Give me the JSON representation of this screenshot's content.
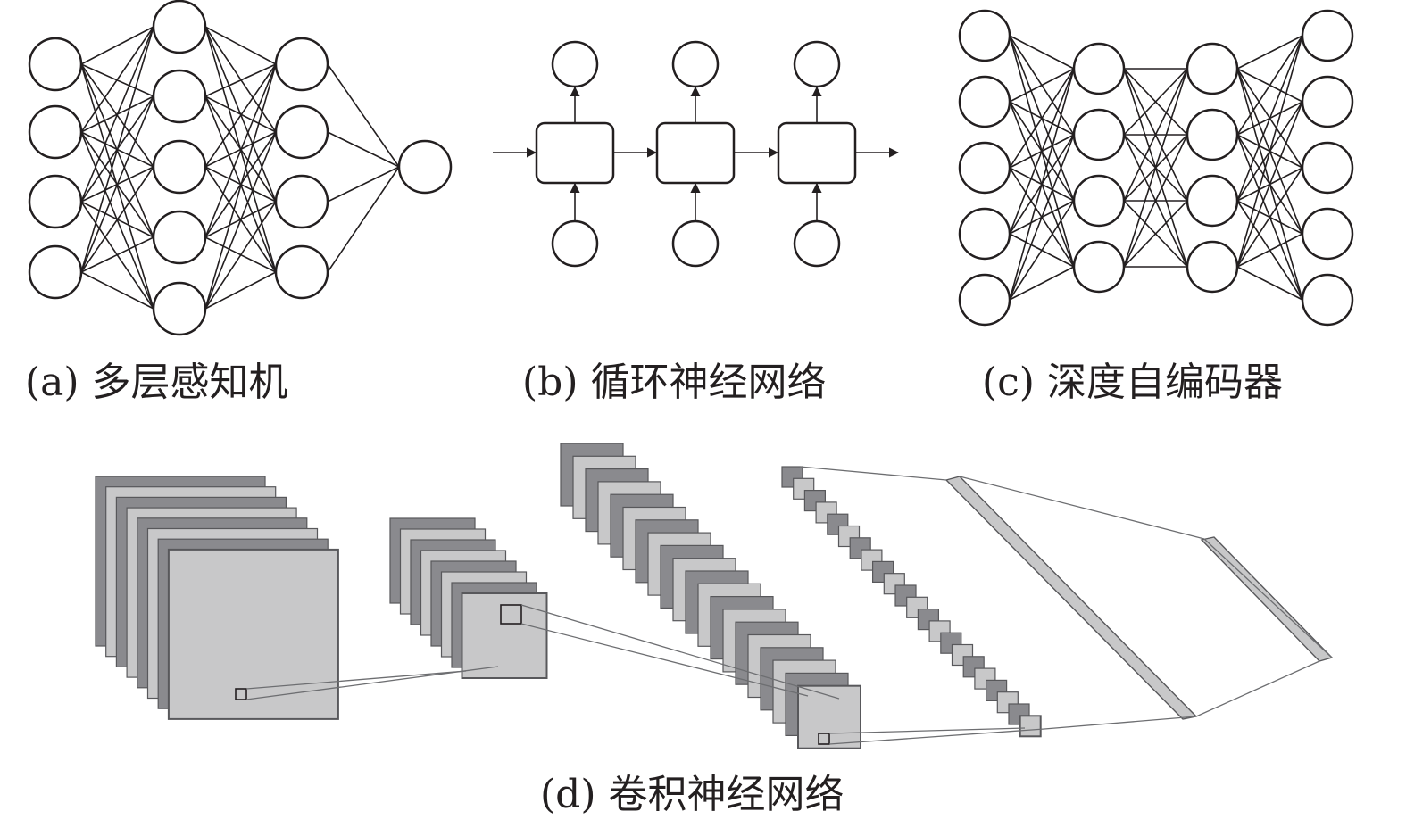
{
  "captions": {
    "a": "(a) 多层感知机",
    "b": "(b) 循环神经网络",
    "c": "(c) 深度自编码器",
    "d": "(d) 卷积神经网络"
  },
  "panels": {
    "mlp": {
      "layers": [
        4,
        5,
        4,
        1
      ]
    },
    "rnn": {
      "steps": 3
    },
    "autoencoder": {
      "layers": [
        5,
        4,
        4,
        5
      ]
    },
    "cnn": {
      "stack1_maps": 8,
      "stack2_maps": 8,
      "stack3_maps": 20,
      "stack4_units": 22
    }
  },
  "colors": {
    "ink": "#231f20",
    "map_dark": "#8a8a8e",
    "map_light": "#c8c8c9"
  }
}
